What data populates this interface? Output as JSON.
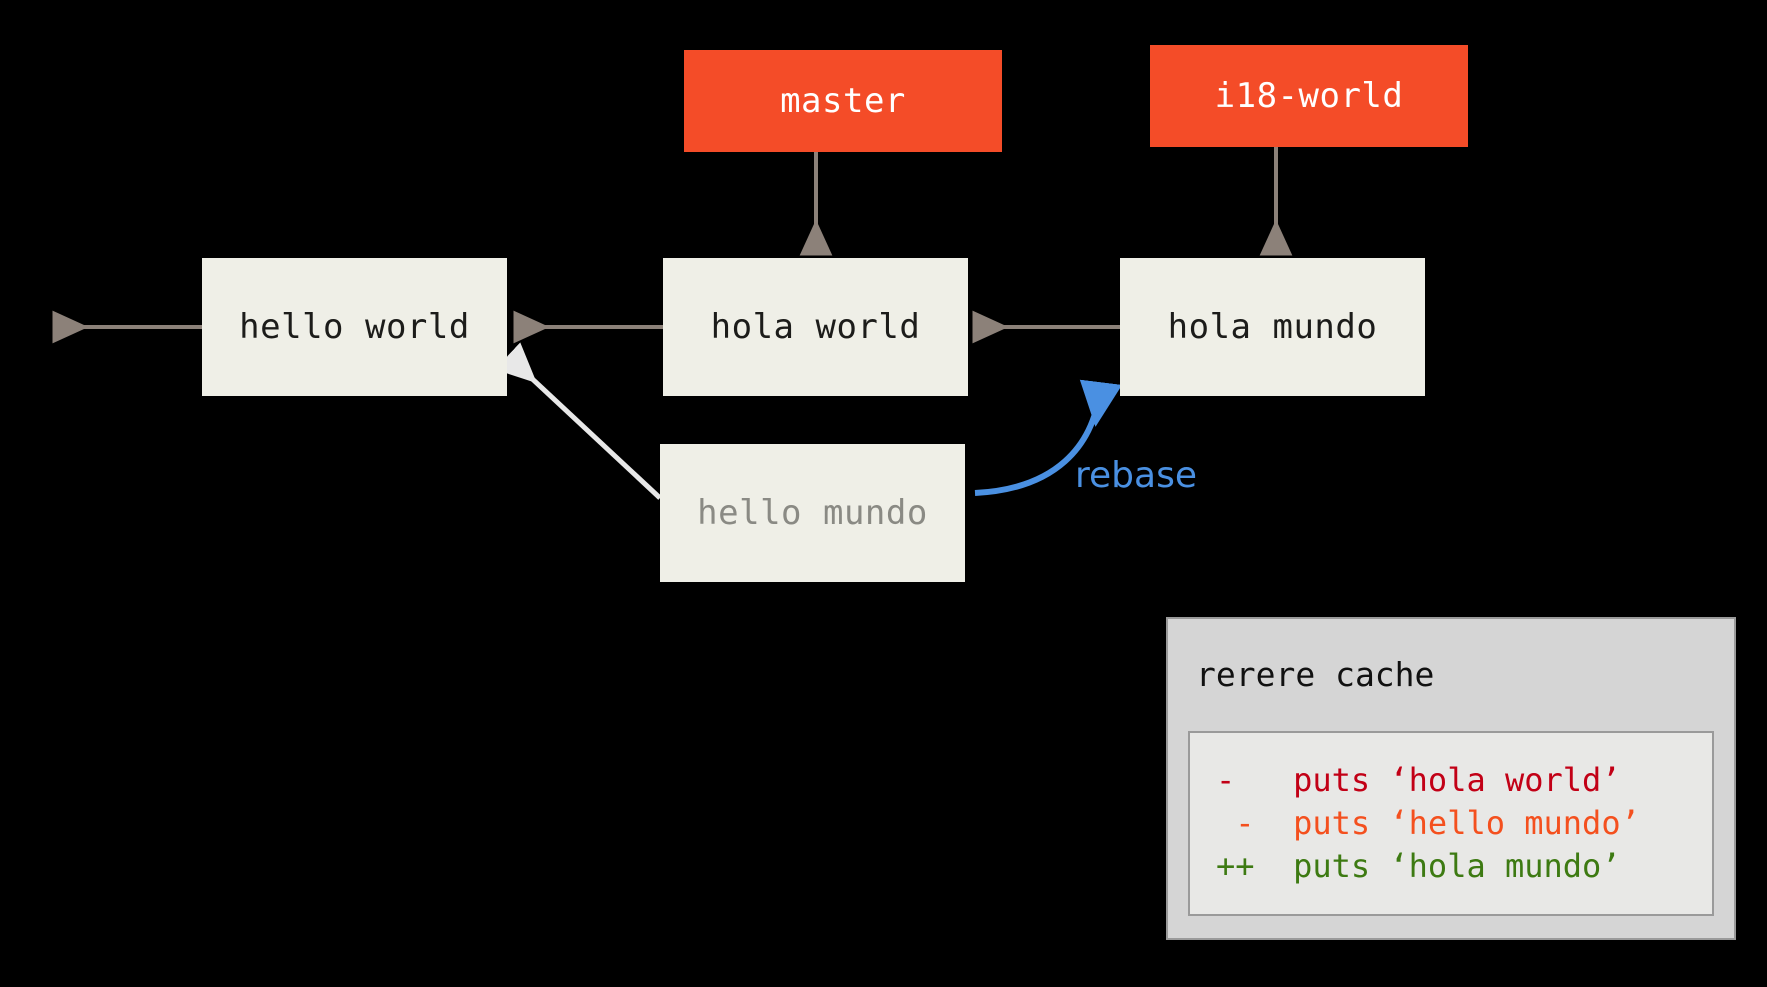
{
  "diagram": {
    "title": "git rerere rebase diagram",
    "background": "#000000",
    "branches": [
      {
        "id": "master",
        "label": "master",
        "color": "#F44C28",
        "points_to": "hola world"
      },
      {
        "id": "i18-world",
        "label": "i18-world",
        "color": "#F44C28",
        "points_to": "hola mundo"
      }
    ],
    "commits": [
      {
        "id": "hello-world",
        "label": "hello world",
        "state": "active"
      },
      {
        "id": "hola-world",
        "label": "hola world",
        "state": "active"
      },
      {
        "id": "hola-mundo",
        "label": "hola mundo",
        "state": "active"
      },
      {
        "id": "hello-mundo",
        "label": "hello mundo",
        "state": "faded"
      }
    ],
    "annotations": {
      "rebase_label": "rebase",
      "rebase_color": "#4A90E2"
    },
    "edges": {
      "parent_color": "#8C8179",
      "replay_color": "#E8E8E8"
    }
  },
  "rerere": {
    "title": "rerere cache",
    "diff_lines": [
      {
        "marker": "-",
        "text": "  puts ‘hola world’",
        "color": "#C20016"
      },
      {
        "marker": " -",
        "text": " puts ‘hello mundo’",
        "color": "#F4501E"
      },
      {
        "marker": "++",
        "text": " puts ‘hola mundo’",
        "color": "#3D7A12"
      }
    ],
    "line_texts": [
      "-   puts ‘hola world’",
      " -  puts ‘hello mundo’",
      "++  puts ‘hola mundo’"
    ]
  }
}
